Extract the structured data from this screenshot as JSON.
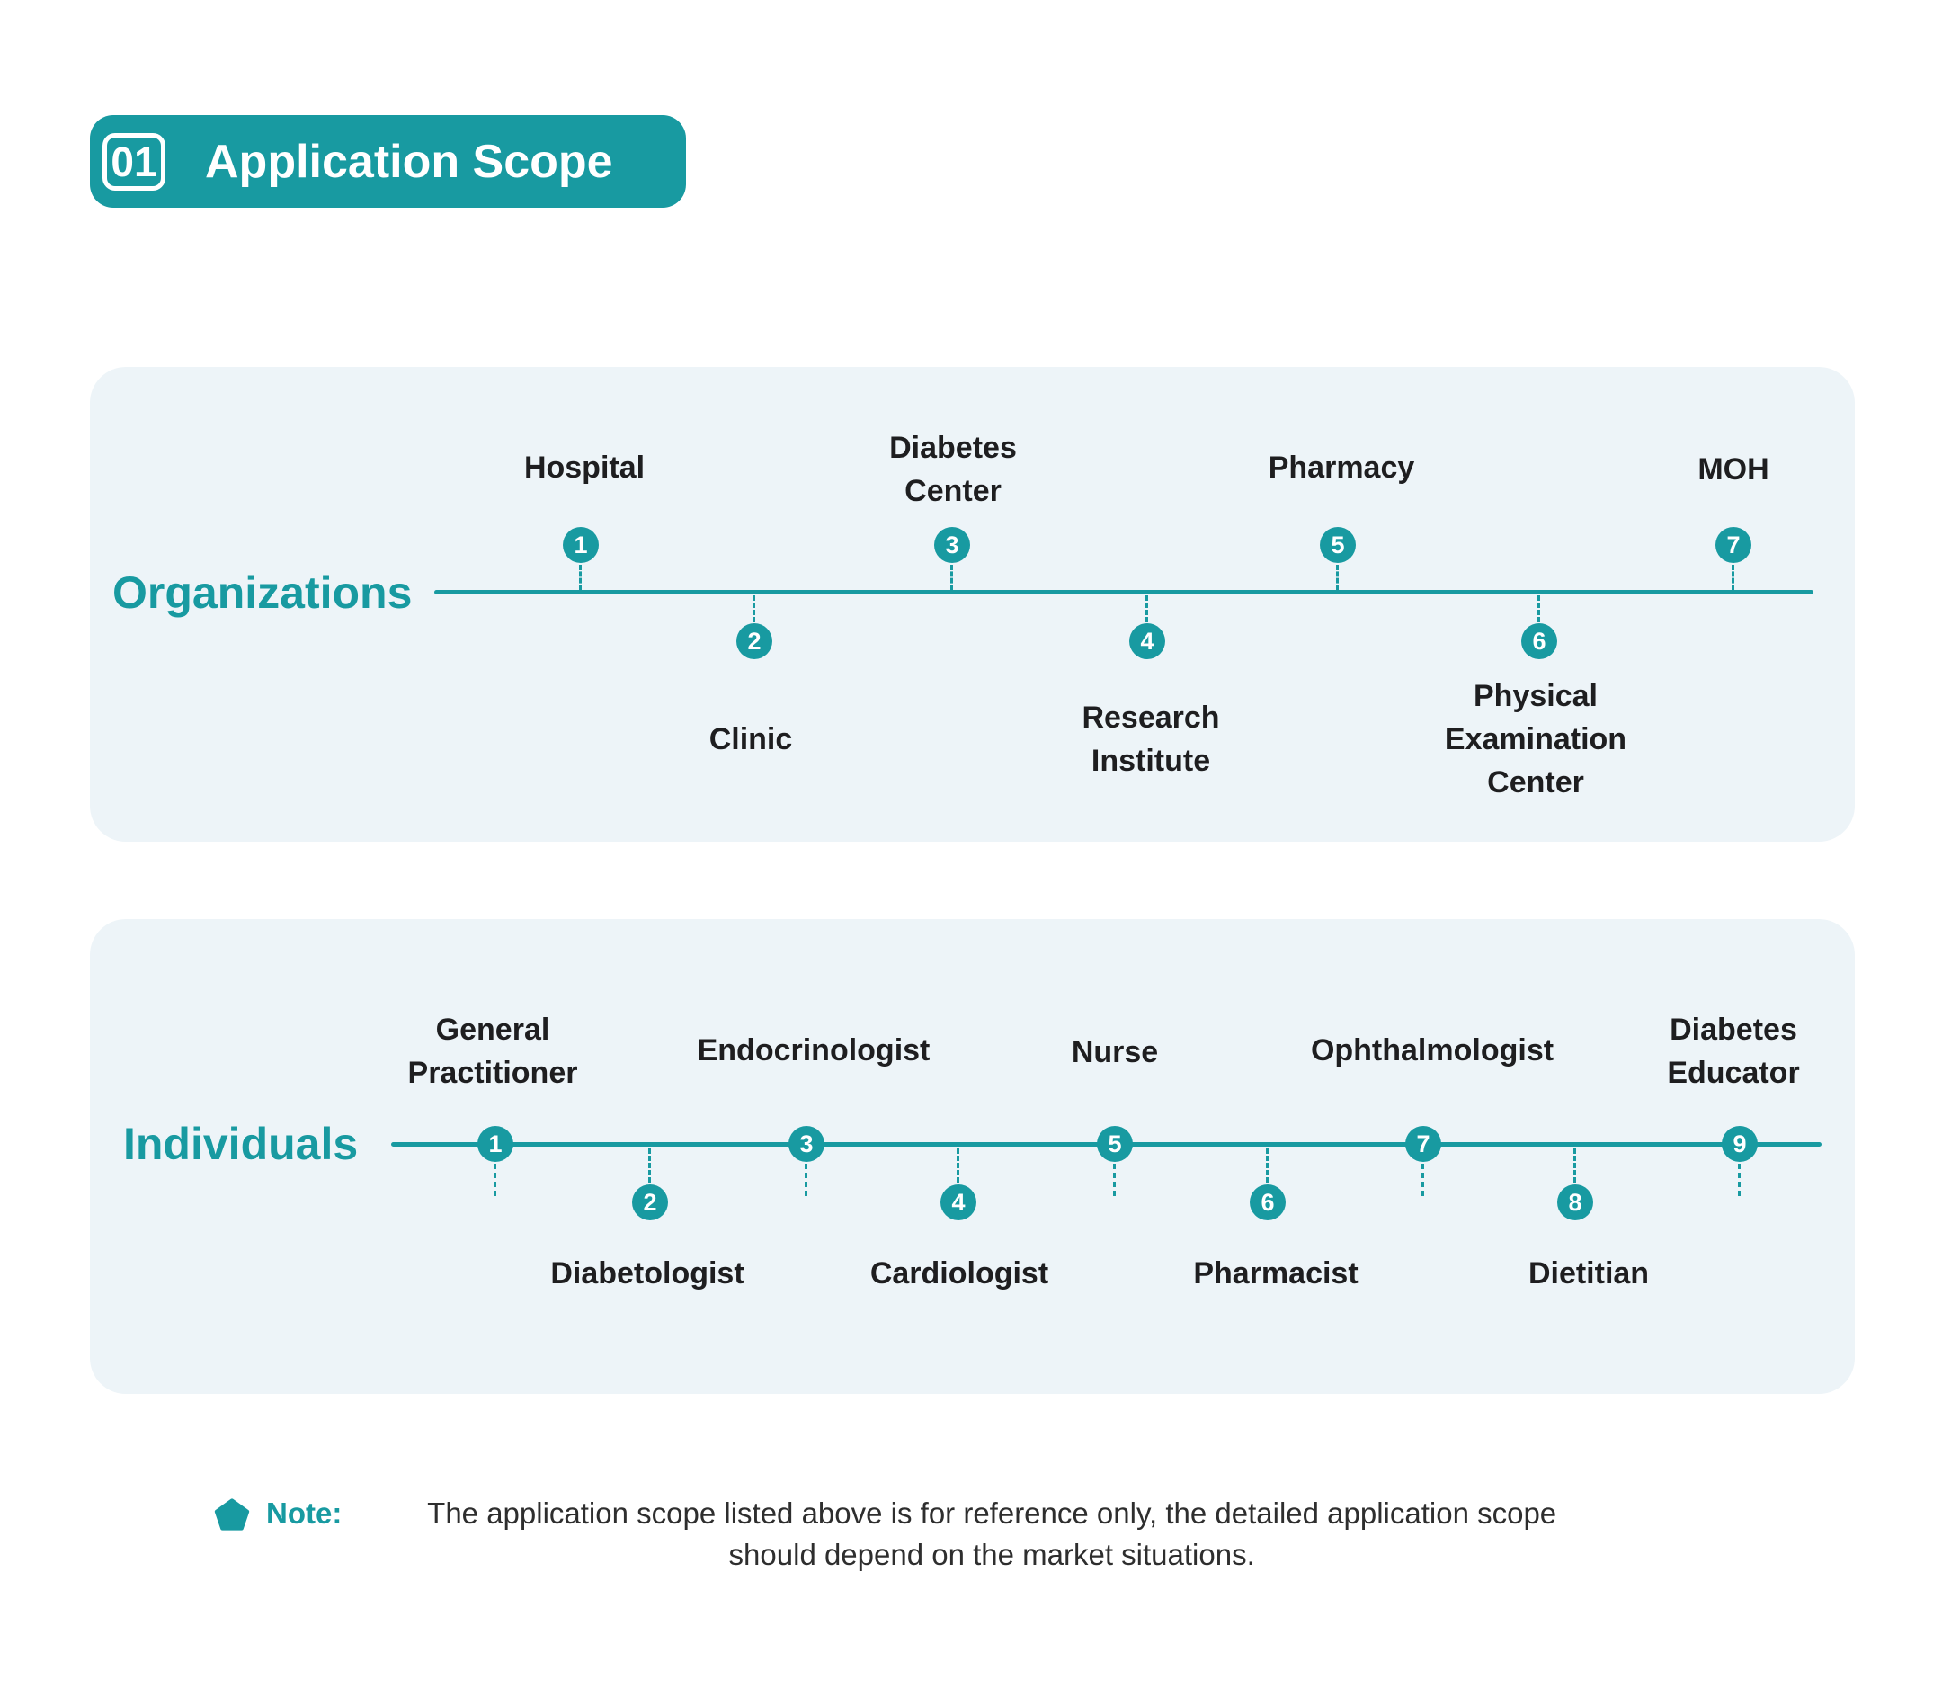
{
  "title": {
    "number": "01",
    "text": "Application Scope"
  },
  "colors": {
    "accent": "#189AA1",
    "panel_bg": "#EDF4F8",
    "label_text": "#1E1E20"
  },
  "organizations": {
    "label": "Organizations",
    "nodes": [
      {
        "number": "1",
        "lines": [
          "Hospital"
        ]
      },
      {
        "number": "2",
        "lines": [
          "Clinic"
        ]
      },
      {
        "number": "3",
        "lines": [
          "Diabetes",
          "Center"
        ]
      },
      {
        "number": "4",
        "lines": [
          "Research",
          "Institute"
        ]
      },
      {
        "number": "5",
        "lines": [
          "Pharmacy"
        ]
      },
      {
        "number": "6",
        "lines": [
          "Physical",
          "Examination",
          "Center"
        ]
      },
      {
        "number": "7",
        "lines": [
          "MOH"
        ]
      }
    ]
  },
  "individuals": {
    "label": "Individuals",
    "nodes": [
      {
        "number": "1",
        "lines": [
          "General",
          "Practitioner"
        ]
      },
      {
        "number": "2",
        "lines": [
          "Diabetologist"
        ]
      },
      {
        "number": "3",
        "lines": [
          "Endocrinologist"
        ]
      },
      {
        "number": "4",
        "lines": [
          "Cardiologist"
        ]
      },
      {
        "number": "5",
        "lines": [
          "Nurse"
        ]
      },
      {
        "number": "6",
        "lines": [
          "Pharmacist"
        ]
      },
      {
        "number": "7",
        "lines": [
          "Ophthalmologist"
        ]
      },
      {
        "number": "8",
        "lines": [
          "Dietitian"
        ]
      },
      {
        "number": "9",
        "lines": [
          "Diabetes",
          "Educator"
        ]
      }
    ]
  },
  "note": {
    "label": "Note:",
    "line1": "The application scope listed above is for reference only, the detailed application scope",
    "line2": "should depend on the market situations."
  }
}
